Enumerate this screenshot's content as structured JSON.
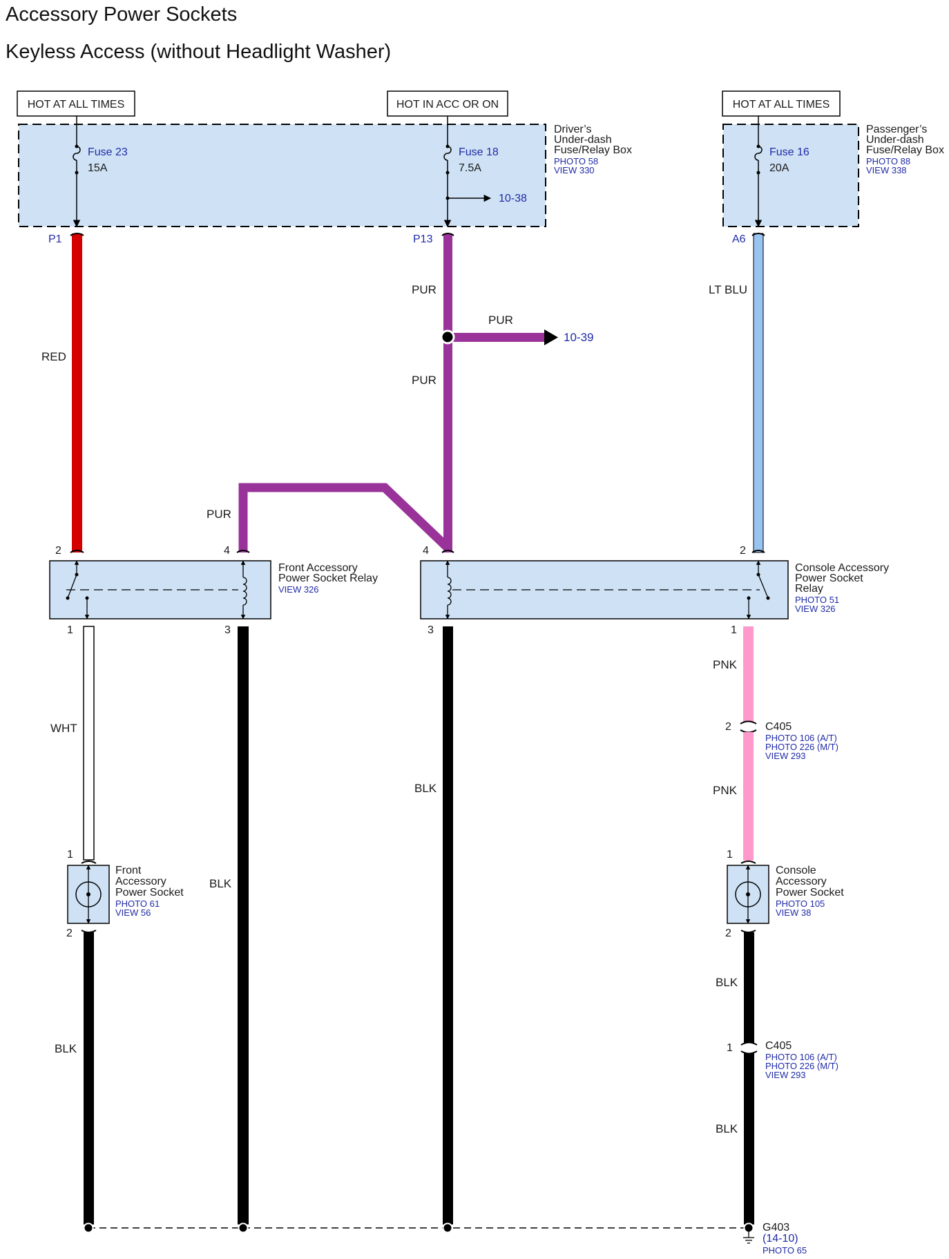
{
  "page": {
    "title": "Accessory Power Sockets",
    "subtitle": "Keyless Access (without Headlight Washer)"
  },
  "colors": {
    "red_wire": "#d40000",
    "purple_wire": "#993399",
    "lt_blue_wire": "#99c4f2",
    "pink_wire": "#ff99cc",
    "black_wire": "#000000",
    "box_fill": "#cfe2f5",
    "ref_text": "#1f2aa6"
  },
  "power_labels": {
    "left": "HOT AT ALL TIMES",
    "middle": "HOT IN ACC OR ON",
    "right": "HOT AT ALL TIMES"
  },
  "drivers_box": {
    "name_l1": "Driver’s",
    "name_l2": "Under-dash",
    "name_l3": "Fuse/Relay Box",
    "photo": "PHOTO 58",
    "view": "VIEW 330",
    "fuse_a_name": "Fuse 23",
    "fuse_a_rating": "15A",
    "fuse_b_name": "Fuse 18",
    "fuse_b_rating": "7.5A",
    "branch_ref": "10-38",
    "terminal_a": "P1",
    "terminal_b": "P13"
  },
  "passengers_box": {
    "name_l1": "Passenger’s",
    "name_l2": "Under-dash",
    "name_l3": "Fuse/Relay Box",
    "photo": "PHOTO 88",
    "view": "VIEW 338",
    "fuse_name": "Fuse 16",
    "fuse_rating": "20A",
    "terminal": "A6"
  },
  "wires": {
    "red": "RED",
    "pur_upper": "PUR",
    "pur_branch": "PUR",
    "pur_lower": "PUR",
    "pur_left": "PUR",
    "lt_blu": "LT BLU",
    "wht": "WHT",
    "blk_relay1": "BLK",
    "blk_relay2": "BLK",
    "blk_front_socket": "BLK",
    "pnk_upper": "PNK",
    "pnk_lower": "PNK",
    "blk_console_upper": "BLK",
    "blk_console_lower": "BLK",
    "branch_ref": "10-39"
  },
  "front_relay": {
    "name_l1": "Front Accessory",
    "name_l2": "Power Socket Relay",
    "view": "VIEW 326",
    "pin_top_left": "2",
    "pin_top_right": "4",
    "pin_bottom_left": "1",
    "pin_bottom_right": "3"
  },
  "console_relay": {
    "name_l1": "Console Accessory",
    "name_l2": "Power Socket",
    "name_l3": "Relay",
    "photo": "PHOTO 51",
    "view": "VIEW 326",
    "pin_top_left": "4",
    "pin_top_right": "2",
    "pin_bottom_left": "3",
    "pin_bottom_right": "1"
  },
  "connector_upper": {
    "name": "C405",
    "pin": "2",
    "photo_at": "PHOTO 106 (A/T)",
    "photo_mt": "PHOTO 226 (M/T)",
    "view": "VIEW 293"
  },
  "connector_lower": {
    "name": "C405",
    "pin": "1",
    "photo_at": "PHOTO 106 (A/T)",
    "photo_mt": "PHOTO 226 (M/T)",
    "view": "VIEW 293"
  },
  "front_socket": {
    "name_l1": "Front",
    "name_l2": "Accessory",
    "name_l3": "Power Socket",
    "photo": "PHOTO 61",
    "view": "VIEW 56",
    "pin_top": "1",
    "pin_bottom": "2"
  },
  "console_socket": {
    "name_l1": "Console",
    "name_l2": "Accessory",
    "name_l3": "Power Socket",
    "photo": "PHOTO 105",
    "view": "VIEW 38",
    "pin_top": "1",
    "pin_bottom": "2"
  },
  "ground": {
    "name": "G403",
    "ref": "(14-10)",
    "photo": "PHOTO 65"
  }
}
